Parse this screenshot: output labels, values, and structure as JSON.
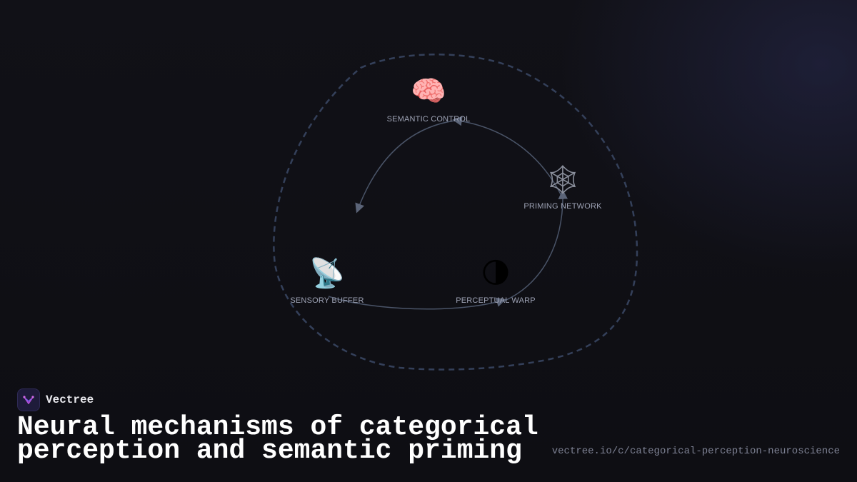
{
  "brand": {
    "name": "Vectree",
    "logo_icon": "vectree-logo-icon",
    "accent": "#b04fd6"
  },
  "title": "Neural mechanisms of categorical perception and semantic priming",
  "url": "vectree.io/c/categorical-perception-neuroscience",
  "diagram": {
    "nodes": [
      {
        "id": "semantic",
        "icon": "brain-icon",
        "glyph": "🧠",
        "label": "SEMANTIC CONTROL"
      },
      {
        "id": "priming",
        "icon": "spider-web-icon",
        "glyph": "🕸",
        "label": "PRIMING NETWORK"
      },
      {
        "id": "warp",
        "icon": "half-moon-icon",
        "glyph": "🌗",
        "label": "PERCEPTUAL WARP"
      },
      {
        "id": "sensory",
        "icon": "satellite-dish-icon",
        "glyph": "📡",
        "label": "SENSORY BUFFER"
      }
    ],
    "colors": {
      "loop": "#34405a",
      "arrow": "#4a5468",
      "arrowhead": "#5b6478",
      "label": "#9ea3b5"
    }
  }
}
